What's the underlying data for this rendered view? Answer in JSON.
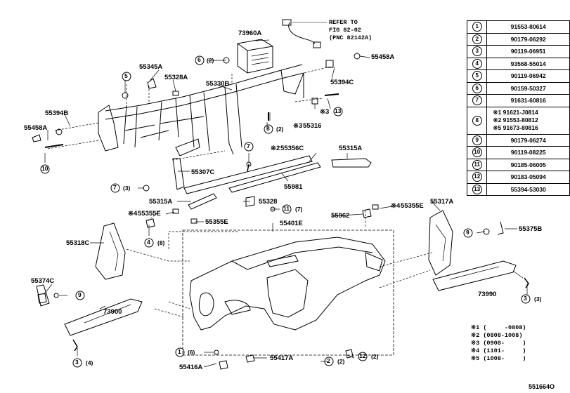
{
  "labels": {
    "l73960a": "73960A",
    "refer1": "REFER TO",
    "refer2": "FIG 82-02",
    "refer3": "(PNC 82142A)",
    "l55458a_r": "55458A",
    "l55394c": "55394C",
    "l55345a": "55345A",
    "l55328a": "55328A",
    "l55330b": "55330B",
    "l55394b": "55394B",
    "l55458a_l": "55458A",
    "c3_55316": "※3",
    "l55316": "55316",
    "c3_13": "※3",
    "l55307c": "55307C",
    "c2_55356c": "※2",
    "l55356c": "55356C",
    "l55315a_r": "55315A",
    "l55981": "55981",
    "l55315a_m": "55315A",
    "l55328": "55328",
    "c4_left": "※4",
    "l55355e_l": "55355E",
    "l55355e_m": "55355E",
    "l55401e": "55401E",
    "l55962": "55962",
    "c4_right": "※4",
    "l55355e_r": "55355E",
    "l55317a": "55317A",
    "l55318c": "55318C",
    "l55375b": "55375B",
    "l55374c": "55374C",
    "l73990": "73990",
    "l73900": "73900",
    "l55416a": "55416A",
    "l55417a": "55417A",
    "q2": "(2)",
    "q3": "(3)",
    "q3b": "(3)",
    "q4": "(4)",
    "q6": "(6)",
    "q7": "(7)",
    "q8": "(8)",
    "q2b": "(2)",
    "q2c": "(2)",
    "q2d": "(2)",
    "fig_id": "551664O"
  },
  "circles": {
    "n1": "1",
    "n2": "2",
    "n3": "3",
    "n4": "4",
    "n5": "5",
    "n6": "6",
    "n7": "7",
    "n8": "8",
    "n9": "9",
    "n10": "10",
    "n11": "11",
    "n12": "12",
    "n13": "13"
  },
  "parts_table": [
    {
      "num": "1",
      "part": "91553-80614"
    },
    {
      "num": "2",
      "part": "90179-06292"
    },
    {
      "num": "3",
      "part": "90119-06951"
    },
    {
      "num": "4",
      "part": "93568-55014"
    },
    {
      "num": "5",
      "part": "90119-06942"
    },
    {
      "num": "6",
      "part": "90159-50327"
    },
    {
      "num": "7",
      "part": "91631-60816"
    },
    {
      "num": "8",
      "part1": "※1 91621-J0814",
      "part2": "※2 91553-80812",
      "part3": "※5 91673-80816"
    },
    {
      "num": "9",
      "part": "90179-06274"
    },
    {
      "num": "10",
      "part": "90119-08225"
    },
    {
      "num": "11",
      "part": "90185-06005"
    },
    {
      "num": "12",
      "part": "90183-05094"
    },
    {
      "num": "13",
      "part": "55394-53030"
    }
  ],
  "notes": [
    "※1 (     -0808)",
    "※2 (0808-1008)",
    "※3 (0908-     )",
    "※4 (1101-     )",
    "※5 (1008-     )"
  ]
}
